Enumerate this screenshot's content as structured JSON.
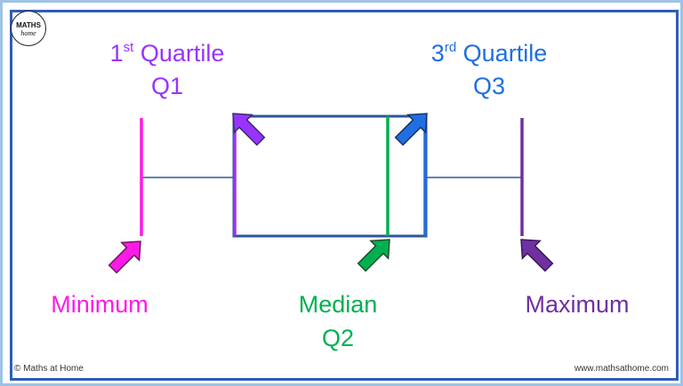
{
  "logo": {
    "line1": "MATHS",
    "line2": "home",
    "icon": "house-icon"
  },
  "labels": {
    "q1_ordinal": "1",
    "q1_suffix": "st",
    "q1_word": " Quartile",
    "q1": "Q1",
    "q3_ordinal": "3",
    "q3_suffix": "rd",
    "q3_word": " Quartile",
    "q3": "Q3",
    "minimum": "Minimum",
    "median": "Median",
    "q2": "Q2",
    "maximum": "Maximum"
  },
  "footer": {
    "copyright": "© Maths at Home",
    "url": "www.mathsathome.com"
  },
  "colors": {
    "minimum": "#ff19e6",
    "q1": "#9933ff",
    "box": "#2f5597",
    "median": "#00b050",
    "q3": "#1f6fe0",
    "maximum": "#7030a0",
    "whisker": "#2f5597"
  }
}
